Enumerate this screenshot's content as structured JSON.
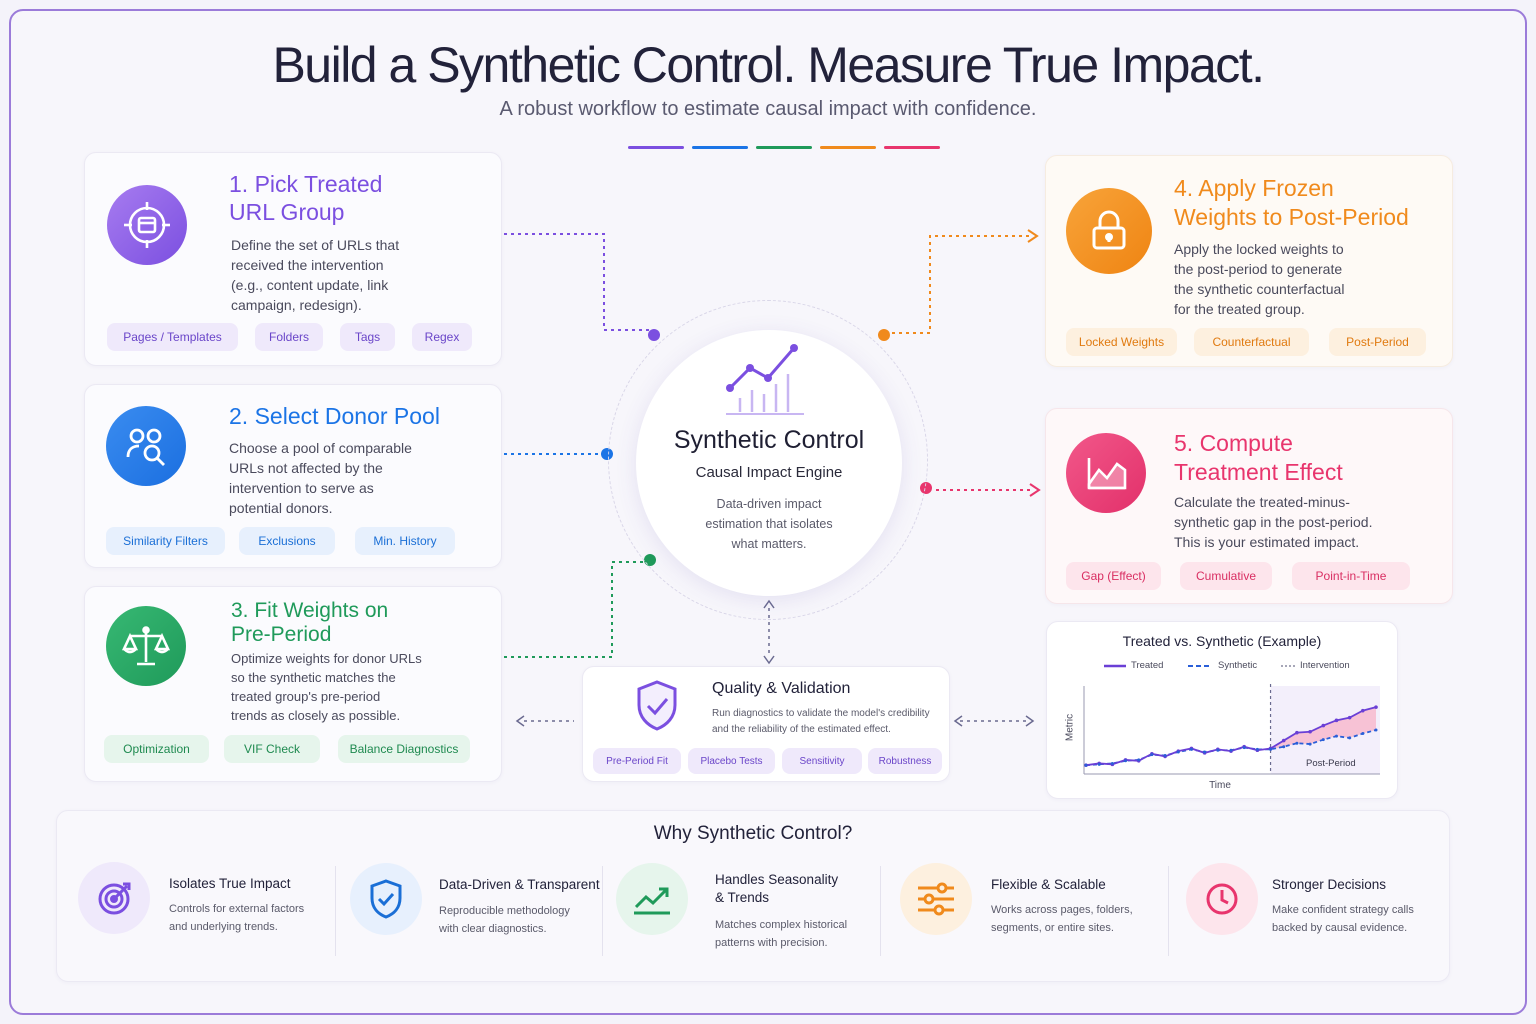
{
  "header": {
    "title": "Build a Synthetic Control. Measure True Impact.",
    "subtitle": "A robust workflow to estimate causal impact with confidence."
  },
  "colors": {
    "purple": "#7b4fe0",
    "blue": "#1b74e6",
    "green": "#1f9a5a",
    "orange": "#f08a1c",
    "pink": "#e8356d"
  },
  "steps": [
    {
      "title_line1": "1. Pick Treated",
      "title_line2": "URL Group",
      "desc": [
        "Define the set of URLs that",
        "received the intervention",
        "(e.g., content update, link",
        "campaign, redesign)."
      ],
      "icon": "target-window-icon",
      "chips": [
        "Pages / Templates",
        "Folders",
        "Tags",
        "Regex"
      ]
    },
    {
      "title_line1": "2. Select Donor Pool",
      "title_line2": "",
      "desc": [
        "Choose a pool of comparable",
        "URLs not affected by the",
        "intervention to serve as",
        "potential donors."
      ],
      "icon": "people-search-icon",
      "chips": [
        "Similarity Filters",
        "Exclusions",
        "Min. History"
      ]
    },
    {
      "title_line1": "3. Fit Weights on",
      "title_line2": "Pre-Period",
      "desc": [
        "Optimize weights for donor URLs",
        "so the synthetic matches the",
        "treated group's pre-period",
        "trends as closely as possible."
      ],
      "icon": "balance-scale-icon",
      "chips": [
        "Optimization",
        "VIF Check",
        "Balance Diagnostics"
      ]
    },
    {
      "title_line1": "4. Apply Frozen",
      "title_line2": "Weights to Post-Period",
      "desc": [
        "Apply the locked weights to",
        "the post-period to generate",
        "the synthetic counterfactual",
        "for the treated group."
      ],
      "icon": "lock-icon",
      "chips": [
        "Locked Weights",
        "Counterfactual",
        "Post-Period"
      ]
    },
    {
      "title_line1": "5. Compute",
      "title_line2": "Treatment Effect",
      "desc": [
        "Calculate the treated-minus-",
        "synthetic gap in the post-period.",
        "This is your estimated impact."
      ],
      "icon": "area-chart-icon",
      "chips": [
        "Gap (Effect)",
        "Cumulative",
        "Point-in-Time"
      ]
    }
  ],
  "hub": {
    "title": "Synthetic Control",
    "subtitle": "Causal Impact Engine",
    "desc": [
      "Data-driven impact",
      "estimation that isolates",
      "what matters."
    ],
    "icon": "trend-chart-icon"
  },
  "quality": {
    "title": "Quality & Validation",
    "desc": [
      "Run diagnostics to validate the model's credibility",
      "and the reliability of the estimated effect."
    ],
    "icon": "shield-check-icon",
    "chips": [
      "Pre-Period Fit",
      "Placebo Tests",
      "Sensitivity",
      "Robustness"
    ]
  },
  "chart_data": {
    "type": "line",
    "title": "Treated vs. Synthetic (Example)",
    "xlabel": "Time",
    "ylabel": "Metric",
    "legend": [
      "Treated",
      "Synthetic",
      "Intervention"
    ],
    "legend_position": "top",
    "annotation": "Post-Period",
    "intervention_index": 14,
    "series": [
      {
        "name": "Treated",
        "values": [
          1.0,
          1.2,
          1.1,
          1.6,
          1.5,
          2.3,
          2.0,
          2.6,
          2.9,
          2.4,
          2.8,
          2.6,
          3.1,
          2.7,
          2.9,
          3.8,
          4.7,
          4.8,
          5.5,
          6.1,
          6.4,
          7.2,
          7.6
        ]
      },
      {
        "name": "Synthetic",
        "values": [
          1.0,
          1.1,
          1.2,
          1.5,
          1.6,
          2.2,
          2.1,
          2.5,
          2.8,
          2.5,
          2.7,
          2.7,
          3.0,
          2.8,
          2.8,
          3.1,
          3.5,
          3.4,
          3.9,
          4.3,
          4.1,
          4.6,
          5.0
        ]
      }
    ],
    "ylim": [
      0,
      10
    ],
    "grid": false
  },
  "why": {
    "title": "Why Synthetic Control?",
    "items": [
      {
        "name": [
          "Isolates True Impact"
        ],
        "desc": [
          "Controls for external factors",
          "and underlying trends."
        ],
        "icon": "bullseye-icon"
      },
      {
        "name": [
          "Data-Driven & Transparent"
        ],
        "desc": [
          "Reproducible methodology",
          "with clear diagnostics."
        ],
        "icon": "shield-check-icon"
      },
      {
        "name": [
          "Handles Seasonality",
          "& Trends"
        ],
        "desc": [
          "Matches complex historical",
          "patterns with precision."
        ],
        "icon": "trend-up-icon"
      },
      {
        "name": [
          "Flexible & Scalable"
        ],
        "desc": [
          "Works across pages, folders,",
          "segments, or entire sites."
        ],
        "icon": "sliders-icon"
      },
      {
        "name": [
          "Stronger Decisions"
        ],
        "desc": [
          "Make confident strategy calls",
          "backed by causal evidence."
        ],
        "icon": "clock-icon"
      }
    ]
  }
}
